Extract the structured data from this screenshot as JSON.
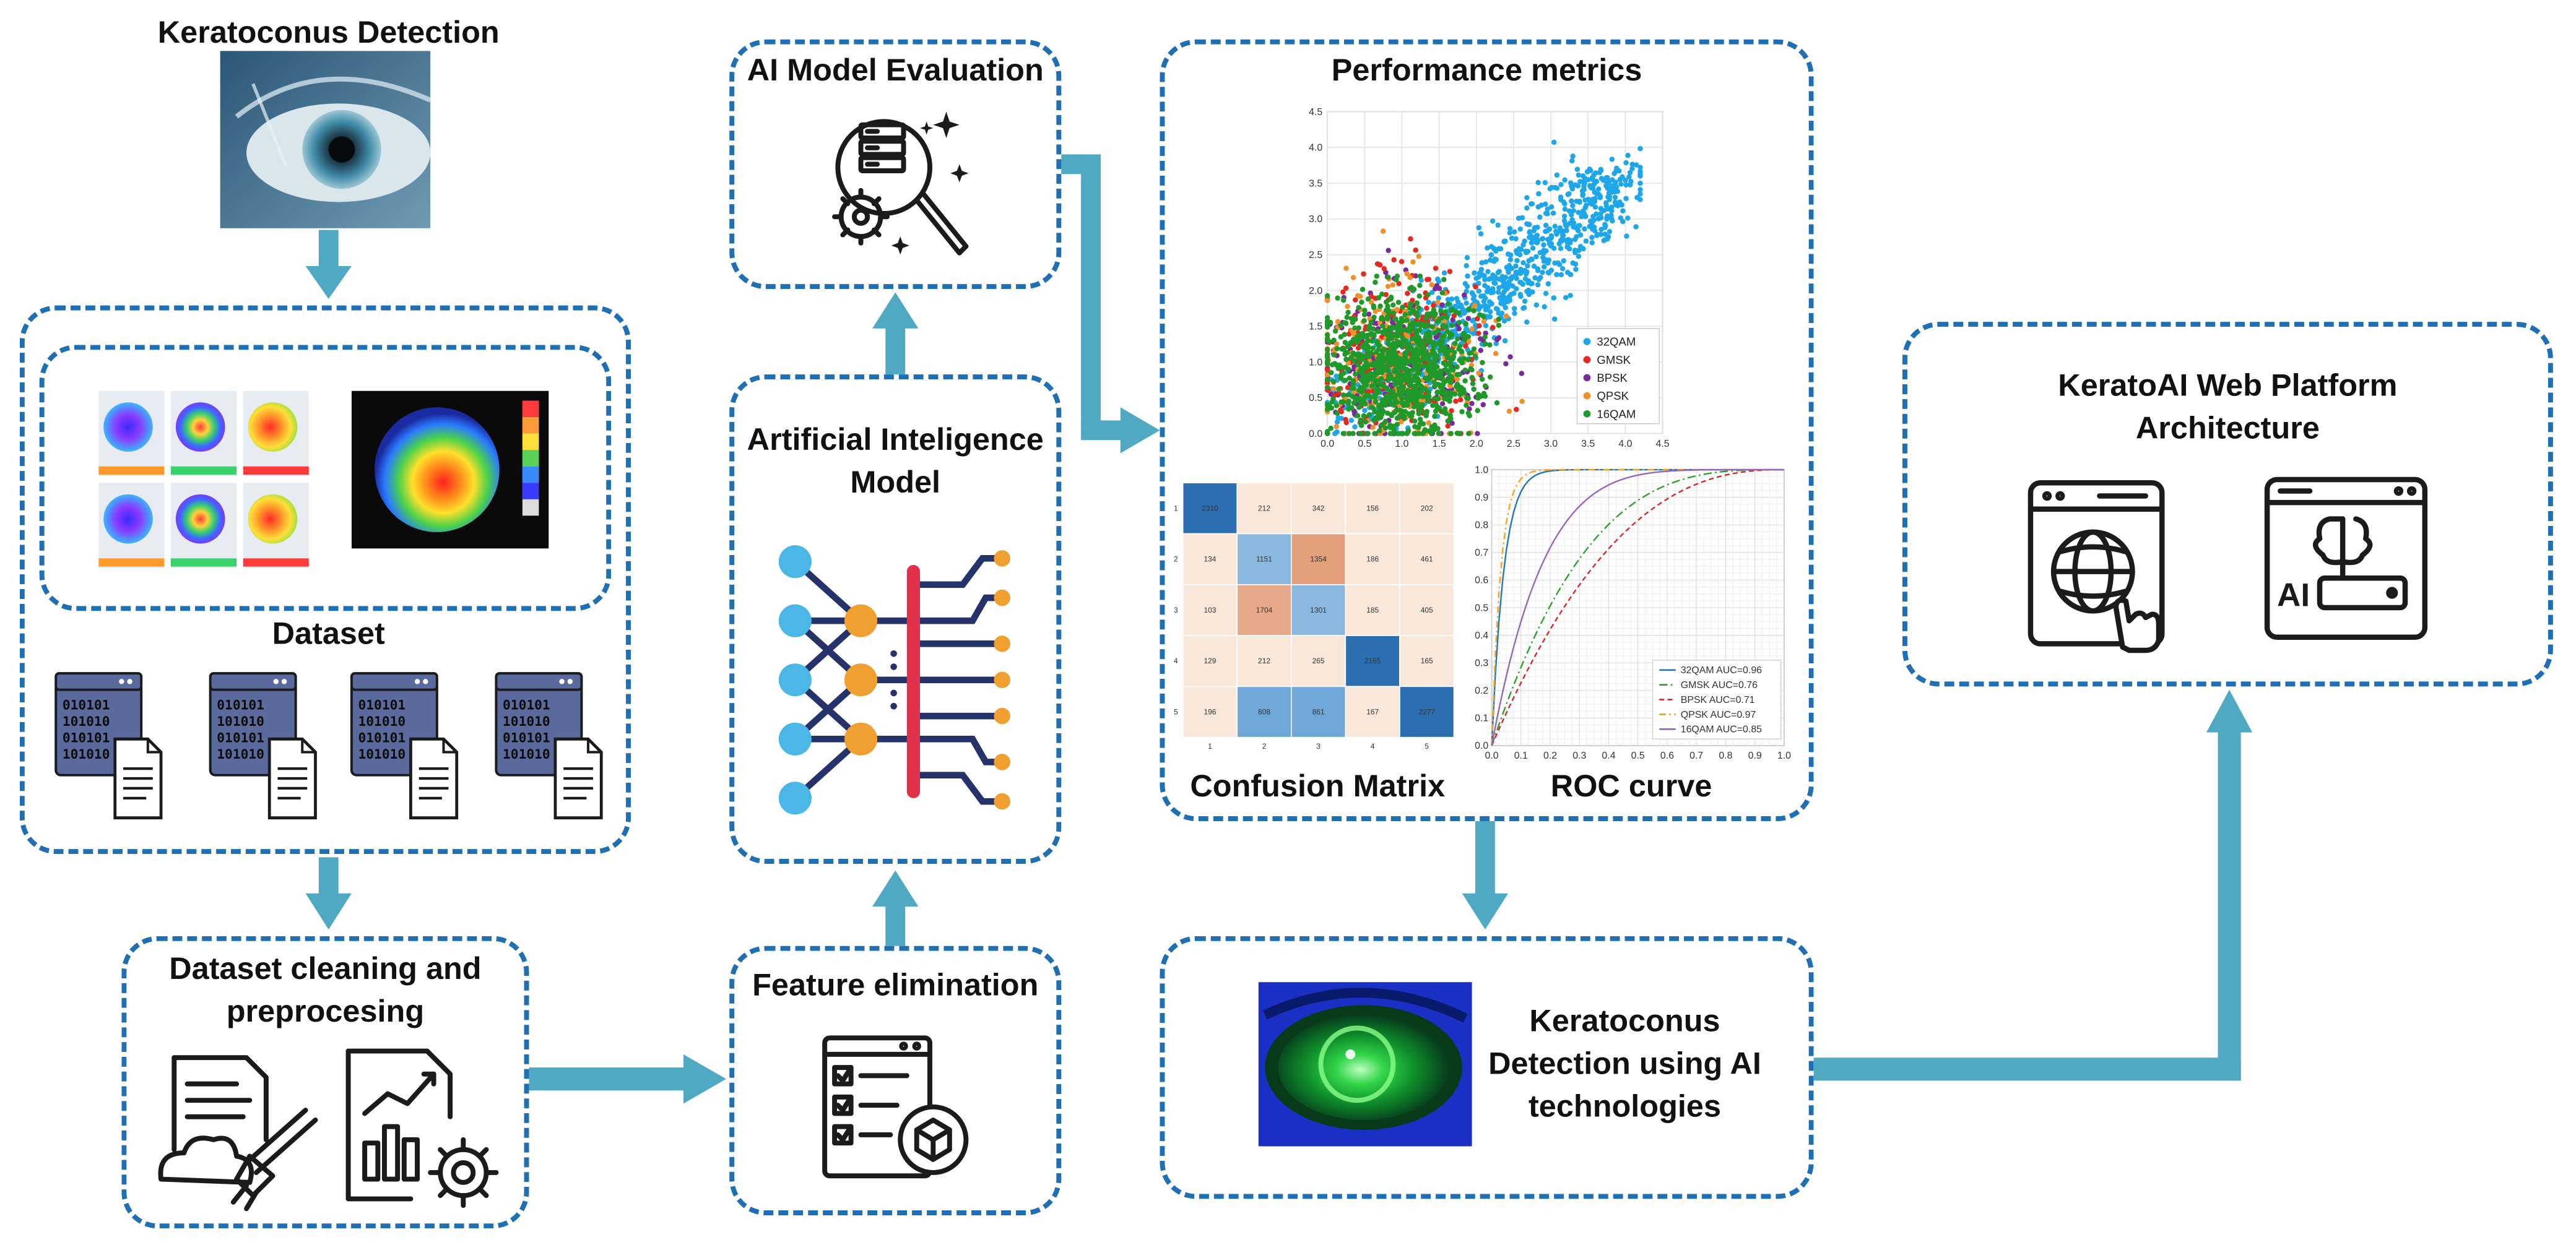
{
  "titles": {
    "keratoconus_detection": "Keratoconus Detection",
    "dataset": "Dataset",
    "cleaning_line1": "Dataset cleaning and",
    "cleaning_line2": "preprocesing",
    "feature_elimination": "Feature elimination",
    "ai_model_line1": "Artificial Inteligence",
    "ai_model_line2": "Model",
    "ai_model_evaluation": "AI Model Evaluation",
    "performance_metrics": "Performance metrics",
    "confusion_matrix": "Confusion Matrix",
    "roc_curve": "ROC curve",
    "detection_ai_line1": "Keratoconus",
    "detection_ai_line2": "Detection using AI",
    "detection_ai_line3": "technologies",
    "platform_line1": "KeratoAI Web Platform",
    "platform_line2": "Architecture",
    "ai_icon_label": "AI"
  },
  "icons": {
    "eye_photo": "eye-photo",
    "topography_maps": "corneal-topography-maps",
    "database": "database-document-icon",
    "cleaning": "document-brush-icon",
    "analytics": "report-chart-gear-icon",
    "feature_list": "checklist-cube-icon",
    "neural_network": "neural-network-icon",
    "evaluation": "server-magnifier-gear-icon",
    "web_globe": "browser-globe-cursor-icon",
    "ai_brain": "browser-brain-ai-icon",
    "green_eye": "fluorescein-eye-photo"
  },
  "colors": {
    "dashed_border": "#1e6fb3",
    "arrow": "#4fa9c3",
    "icon_dark": "#1b1b1b",
    "db_blue": "#5b6a9c",
    "nn_node_blue": "#4ab7e6",
    "nn_node_orange": "#f0a030",
    "nn_bar_red": "#e0304a"
  },
  "chart_data": [
    {
      "type": "scatter",
      "title": "",
      "xlim": [
        0.0,
        4.5
      ],
      "ylim": [
        0.0,
        4.5
      ],
      "xticks": [
        "0.0",
        "0.5",
        "1.0",
        "1.5",
        "2.0",
        "2.5",
        "3.0",
        "3.5",
        "4.0",
        "4.5"
      ],
      "yticks": [
        "0.0",
        "0.5",
        "1.0",
        "1.5",
        "2.0",
        "2.5",
        "3.0",
        "3.5",
        "4.0",
        "4.5"
      ],
      "legend_placement": "lower-right",
      "grid": true,
      "series": [
        {
          "name": "32QAM",
          "color": "#1ea7e8"
        },
        {
          "name": "GMSK",
          "color": "#e8281e"
        },
        {
          "name": "BPSK",
          "color": "#7a2a9a"
        },
        {
          "name": "QPSK",
          "color": "#f0902a"
        },
        {
          "name": "16QAM",
          "color": "#1f9a2a"
        }
      ]
    },
    {
      "type": "heatmap",
      "title": "Confusion Matrix",
      "rows": 5,
      "cols": 5,
      "values": [
        [
          2310,
          212,
          342,
          156,
          202
        ],
        [
          134,
          1151,
          1354,
          186,
          461
        ],
        [
          103,
          1704,
          1301,
          185,
          405
        ],
        [
          129,
          212,
          265,
          2165,
          165
        ],
        [
          196,
          808,
          861,
          167,
          2277
        ]
      ],
      "xticks": [
        "1",
        "2",
        "3",
        "4",
        "5"
      ],
      "yticks": [
        "1",
        "2",
        "3",
        "4",
        "5"
      ]
    },
    {
      "type": "line",
      "title": "ROC curve",
      "xlim": [
        0.0,
        1.0
      ],
      "ylim": [
        0.0,
        1.0
      ],
      "xticks": [
        "0.0",
        "0.1",
        "0.2",
        "0.3",
        "0.4",
        "0.5",
        "0.6",
        "0.7",
        "0.8",
        "0.9",
        "1.0"
      ],
      "yticks": [
        "0.0",
        "0.1",
        "0.2",
        "0.3",
        "0.4",
        "0.5",
        "0.6",
        "0.7",
        "0.8",
        "0.9",
        "1.0"
      ],
      "legend_placement": "lower-right",
      "grid": true,
      "series": [
        {
          "name": "32QAM AUC=0.96",
          "color": "#1f77b4",
          "auc": 0.96
        },
        {
          "name": "GMSK AUC=0.76",
          "color": "#2ca02c",
          "auc": 0.76
        },
        {
          "name": "BPSK AUC=0.71",
          "color": "#d62728",
          "auc": 0.71
        },
        {
          "name": "QPSK AUC=0.97",
          "color": "#ff9f1a",
          "auc": 0.97
        },
        {
          "name": "16QAM AUC=0.85",
          "color": "#9467bd",
          "auc": 0.85
        }
      ]
    }
  ]
}
